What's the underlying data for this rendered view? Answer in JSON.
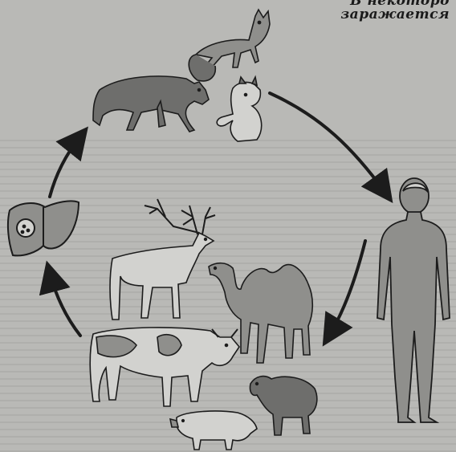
{
  "caption": {
    "line1": "В некоторо",
    "line2": "заражается"
  },
  "figures": [
    {
      "name": "fox",
      "icon": "fox-icon"
    },
    {
      "name": "wolf",
      "icon": "wolf-icon"
    },
    {
      "name": "dog",
      "icon": "dog-icon"
    },
    {
      "name": "liver",
      "icon": "liver-icon"
    },
    {
      "name": "reindeer",
      "icon": "reindeer-icon"
    },
    {
      "name": "camel",
      "icon": "camel-icon"
    },
    {
      "name": "cow",
      "icon": "cow-icon"
    },
    {
      "name": "sheep",
      "icon": "sheep-icon"
    },
    {
      "name": "pig",
      "icon": "pig-icon"
    },
    {
      "name": "human",
      "icon": "human-icon"
    }
  ],
  "colors": {
    "background": "#b9b9b6",
    "ink": "#1c1c1c",
    "fill_dark": "#6e6e6c",
    "fill_mid": "#8f8f8c",
    "fill_light": "#d2d2cf"
  }
}
